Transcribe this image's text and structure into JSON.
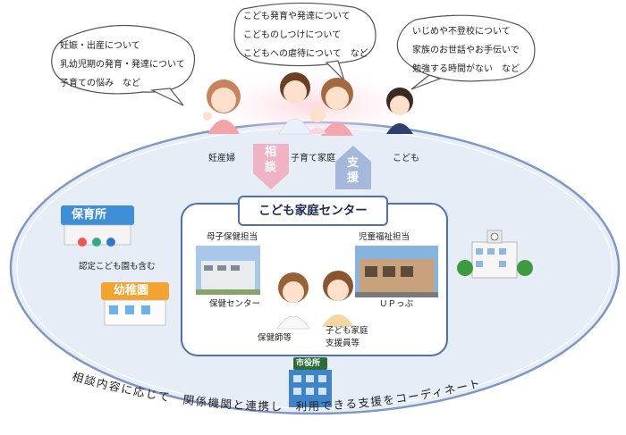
{
  "bubbles": {
    "left": [
      "妊娠・出産について",
      "乳幼児期の発育・発達について",
      "子育ての悩み　など"
    ],
    "middle": [
      "こども発育や発達について",
      "こどものしつけについて",
      "こどもへの虐待について　など"
    ],
    "right": [
      "いじめや不登校について",
      "家族のお世話やお手伝いで",
      "勉強する時間がない　など"
    ]
  },
  "people": {
    "pregnant": "妊産婦",
    "family": "子育て家庭",
    "child": "こども"
  },
  "arrows": {
    "consult": [
      "相",
      "談"
    ],
    "support": [
      "支",
      "援"
    ]
  },
  "center": {
    "title": "こども家庭センター",
    "maternal_label": "母子保健担当",
    "welfare_label": "児童福祉担当",
    "health_center": "保健センター",
    "up_center": "ＵＰっぷ",
    "nurse": "保健師等",
    "supporter": [
      "子ども家庭",
      "支援員等"
    ]
  },
  "institutions": {
    "nursery_sign": "保育所",
    "kindergarten_sign": "幼稚園",
    "nintei_note": "認定こども園も含む",
    "city_hall_sign": "市役所"
  },
  "bottom_text": "相談内容に応じて　関係機関と連携し　利用できる支援をコーディネート",
  "colors": {
    "ellipse_fill": "#e6edf7",
    "ellipse_stroke": "#7f97c5",
    "consult_arrow": "#f0b3c4",
    "support_arrow": "#a5b7da",
    "center_border": "#4f6fb3"
  }
}
